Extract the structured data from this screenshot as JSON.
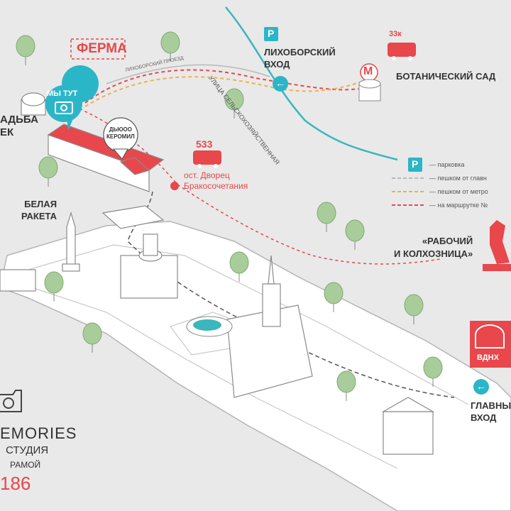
{
  "colors": {
    "background": "#e9e9e9",
    "accent_red": "#e8474c",
    "accent_teal": "#2bb6c8",
    "street_teal": "#3bb6bd",
    "tree_green": "#a8cc9a",
    "building_white": "#ffffff",
    "outline": "#9a9a9a",
    "route_walk_main": "#b9b9b9",
    "route_walk_metro": "#f0b04a",
    "route_bus": "#e8474c"
  },
  "labels": {
    "farm": "ФЕРМА",
    "we_are_here": "МЫ ТУТ",
    "estate": "АДЬБА\nЕК",
    "our_building_sign": "ДЬЮОО\nКЕРОМИЛ",
    "white_rocket": "БЕЛАЯ\nРАКЕТА",
    "street_selskohoz": "УЛИЦА СЕЛЬСКОХОЗЯЙСТВЕННАЯ",
    "lihoborsky_proezd": "ЛИХОБОРСКИЙ ПРОЕЗД",
    "lihoborsky_entrance": "ЛИХОБОРСКИЙ\nВХОД",
    "botanical_garden": "БОТАНИЧЕСКИЙ САД",
    "bus_route_top": "33к",
    "bus_number": "533",
    "bus_stop": "ост. Дворец\nБракосочетания",
    "rabochiy": "«РАБОЧИЙ\nИ КОЛХОЗНИЦА»",
    "vdnh": "ВДНХ",
    "main_entrance": "ГЛАВНЫЙ\nВХОД",
    "memories_title": "EMORIES",
    "memories_sub1": "СТУДИЯ",
    "memories_sub2": "РАМОЙ",
    "memories_num": "186",
    "metro_letter": "M",
    "parking_letter": "P",
    "arrow_left": "←"
  },
  "legend": [
    {
      "symbol": "P",
      "text": "— парковка",
      "kind": "parking"
    },
    {
      "text": "— пешком от главн",
      "kind": "walk-main"
    },
    {
      "text": "— пешком от метро",
      "kind": "walk-metro"
    },
    {
      "text": "— на маршрутке №",
      "kind": "bus"
    }
  ]
}
